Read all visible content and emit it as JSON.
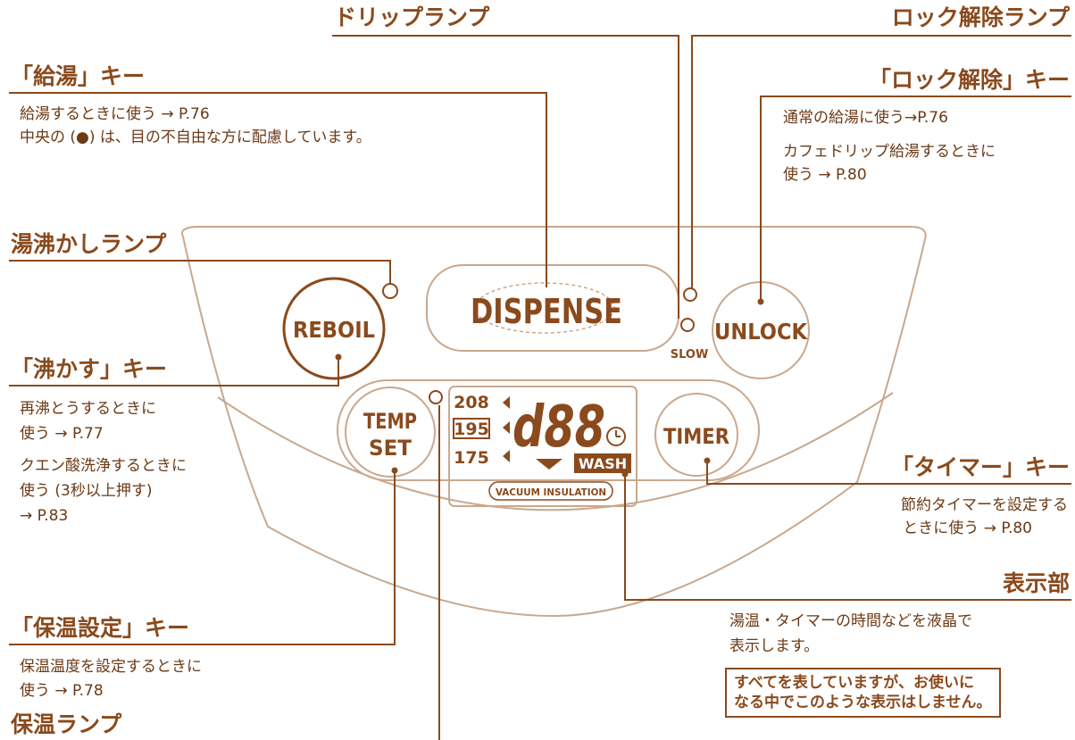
{
  "labels": {
    "drip_lamp": {
      "title": "ドリップランプ"
    },
    "unlock_lamp": {
      "title": "ロック解除ランプ"
    },
    "dispense_key": {
      "title": "「給湯」キー",
      "line1": "給湯するときに使う → P.76",
      "line2": "中央の (●) は、目の不自由な方に配慮しています。"
    },
    "unlock_key": {
      "title": "「ロック解除」キー",
      "line1": "通常の給湯に使う→P.76",
      "line2": "カフェドリップ給湯するときに",
      "line3": "使う → P.80"
    },
    "reboil_lamp": {
      "title": "湯沸かしランプ"
    },
    "reboil_key": {
      "title": "「沸かす」キー",
      "line1": "再沸とうするときに",
      "line2": "使う → P.77",
      "line3": "クエン酸洗浄するときに",
      "line4": "使う (3秒以上押す)",
      "line5": "→ P.83"
    },
    "timer_key": {
      "title": "「タイマー」キー",
      "line1": "節約タイマーを設定する",
      "line2": "ときに使う → P.80"
    },
    "display": {
      "title": "表示部",
      "line1": "湯温・タイマーの時間などを液晶で",
      "line2": "表示します。",
      "note1": "すべてを表していますが、お使いに",
      "note2": "なる中でこのような表示はしません。"
    },
    "temp_set_key": {
      "title": "「保温設定」キー",
      "line1": "保温温度を設定するときに",
      "line2": "使う → P.78"
    },
    "keep_warm_lamp": {
      "title": "保温ランプ"
    }
  },
  "panel": {
    "dispense_button": "DISPENSE",
    "reboil_button": "REBOIL",
    "unlock_button": "UNLOCK",
    "slow_label": "SLOW",
    "temp_button_line1": "TEMP",
    "temp_button_line2": "SET",
    "timer_button": "TIMER"
  },
  "lcd": {
    "temp_208": "208",
    "temp_195": "195",
    "temp_175": "175",
    "digits": "d88",
    "wash": "WASH",
    "vacuum_insulation": "VACUUM INSULATION"
  },
  "colors": {
    "primary": "#8a4a1d",
    "text": "#6b3a16"
  }
}
